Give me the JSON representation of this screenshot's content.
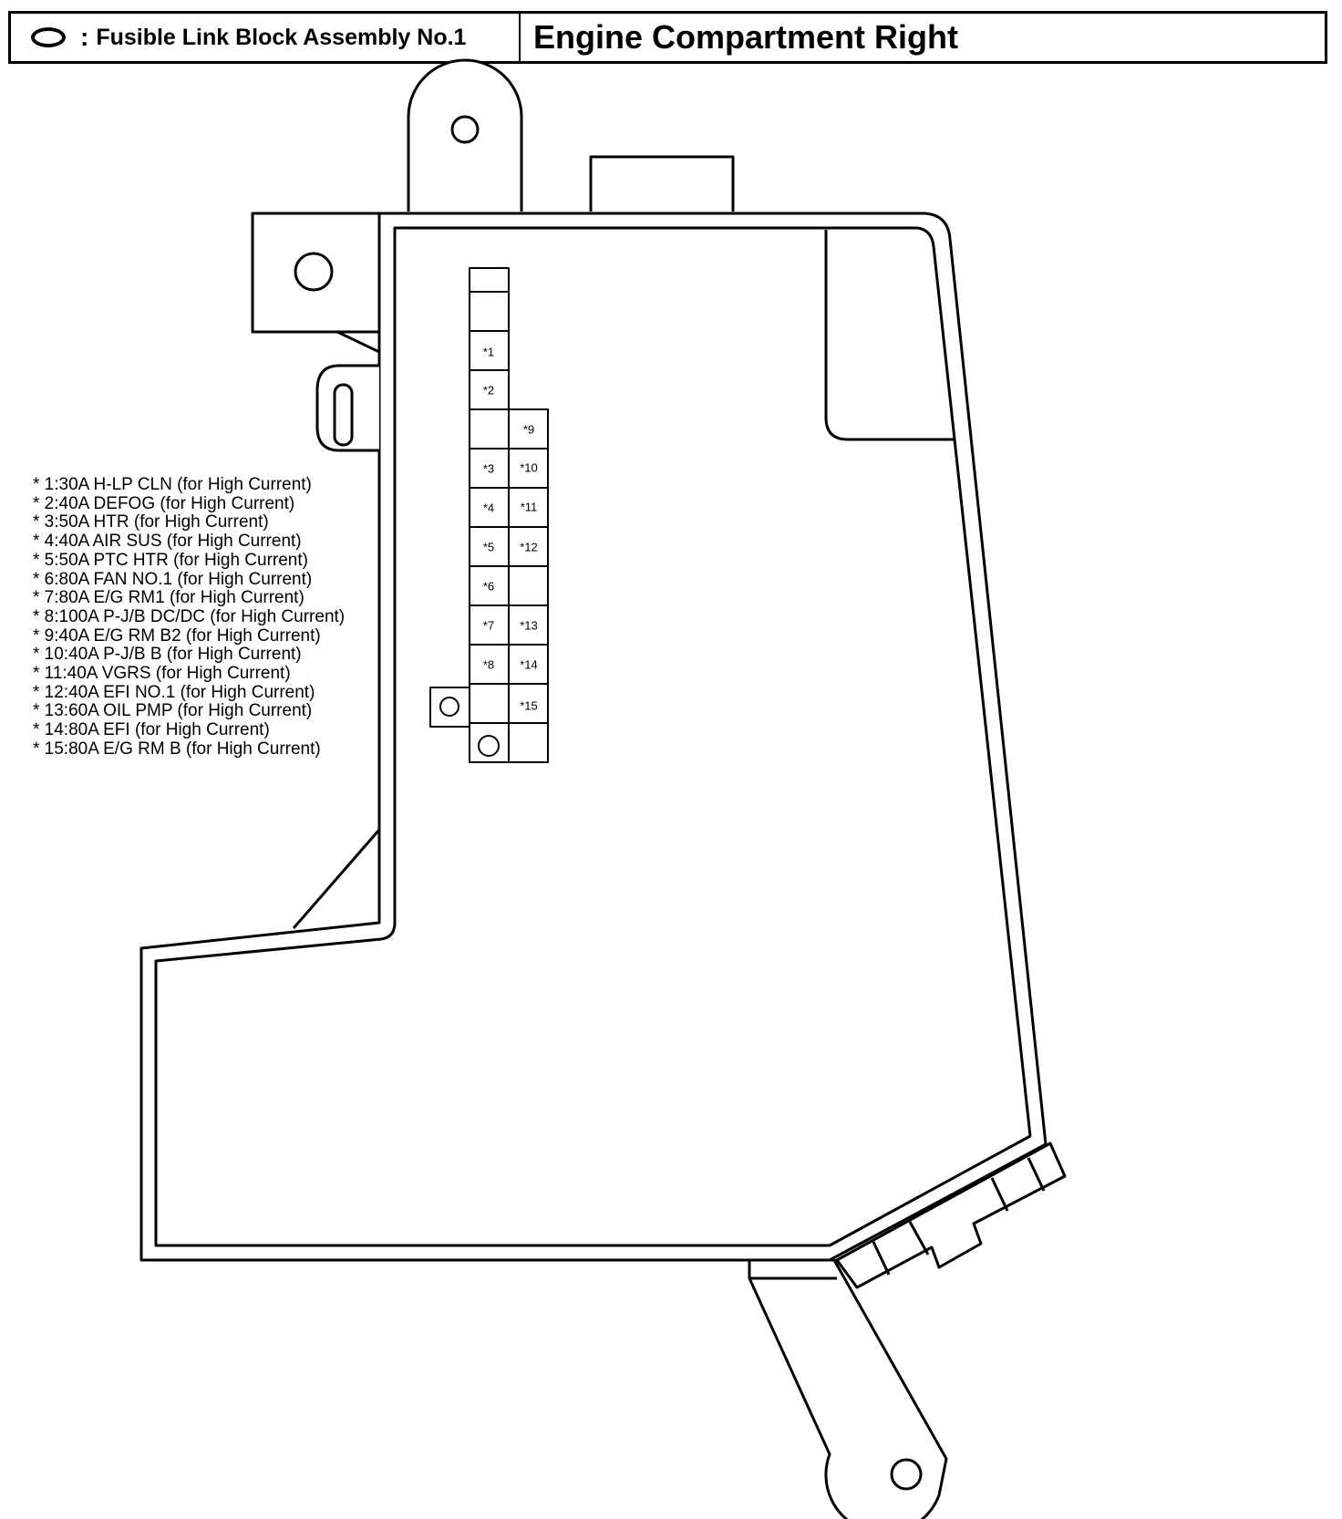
{
  "header": {
    "symbol": ":",
    "part_name": "Fusible Link Block Assembly No.1",
    "location": "Engine Compartment Right"
  },
  "fuse_slots": {
    "left_column": [
      "",
      "",
      "*1",
      "*2",
      "",
      "*3",
      "*4",
      "*5",
      "*6",
      "*7",
      "*8",
      "",
      ""
    ],
    "right_column": [
      "*9",
      "*10",
      "*11",
      "*12",
      "",
      "*13",
      "*14",
      "*15",
      ""
    ]
  },
  "legend": [
    "* 1:30A H-LP CLN (for High Current)",
    "* 2:40A DEFOG (for High Current)",
    "* 3:50A HTR (for High Current)",
    "* 4:40A AIR SUS (for High Current)",
    "* 5:50A PTC HTR (for High Current)",
    "* 6:80A FAN NO.1 (for High Current)",
    "* 7:80A E/G RM1 (for High Current)",
    "* 8:100A P-J/B DC/DC (for High Current)",
    "* 9:40A E/G RM B2 (for High Current)",
    "* 10:40A P-J/B B (for High Current)",
    "* 11:40A VGRS (for High Current)",
    "* 12:40A EFI NO.1 (for High Current)",
    "* 13:60A OIL PMP (for High Current)",
    "* 14:80A EFI (for High Current)",
    "* 15:80A E/G RM B (for High Current)"
  ]
}
